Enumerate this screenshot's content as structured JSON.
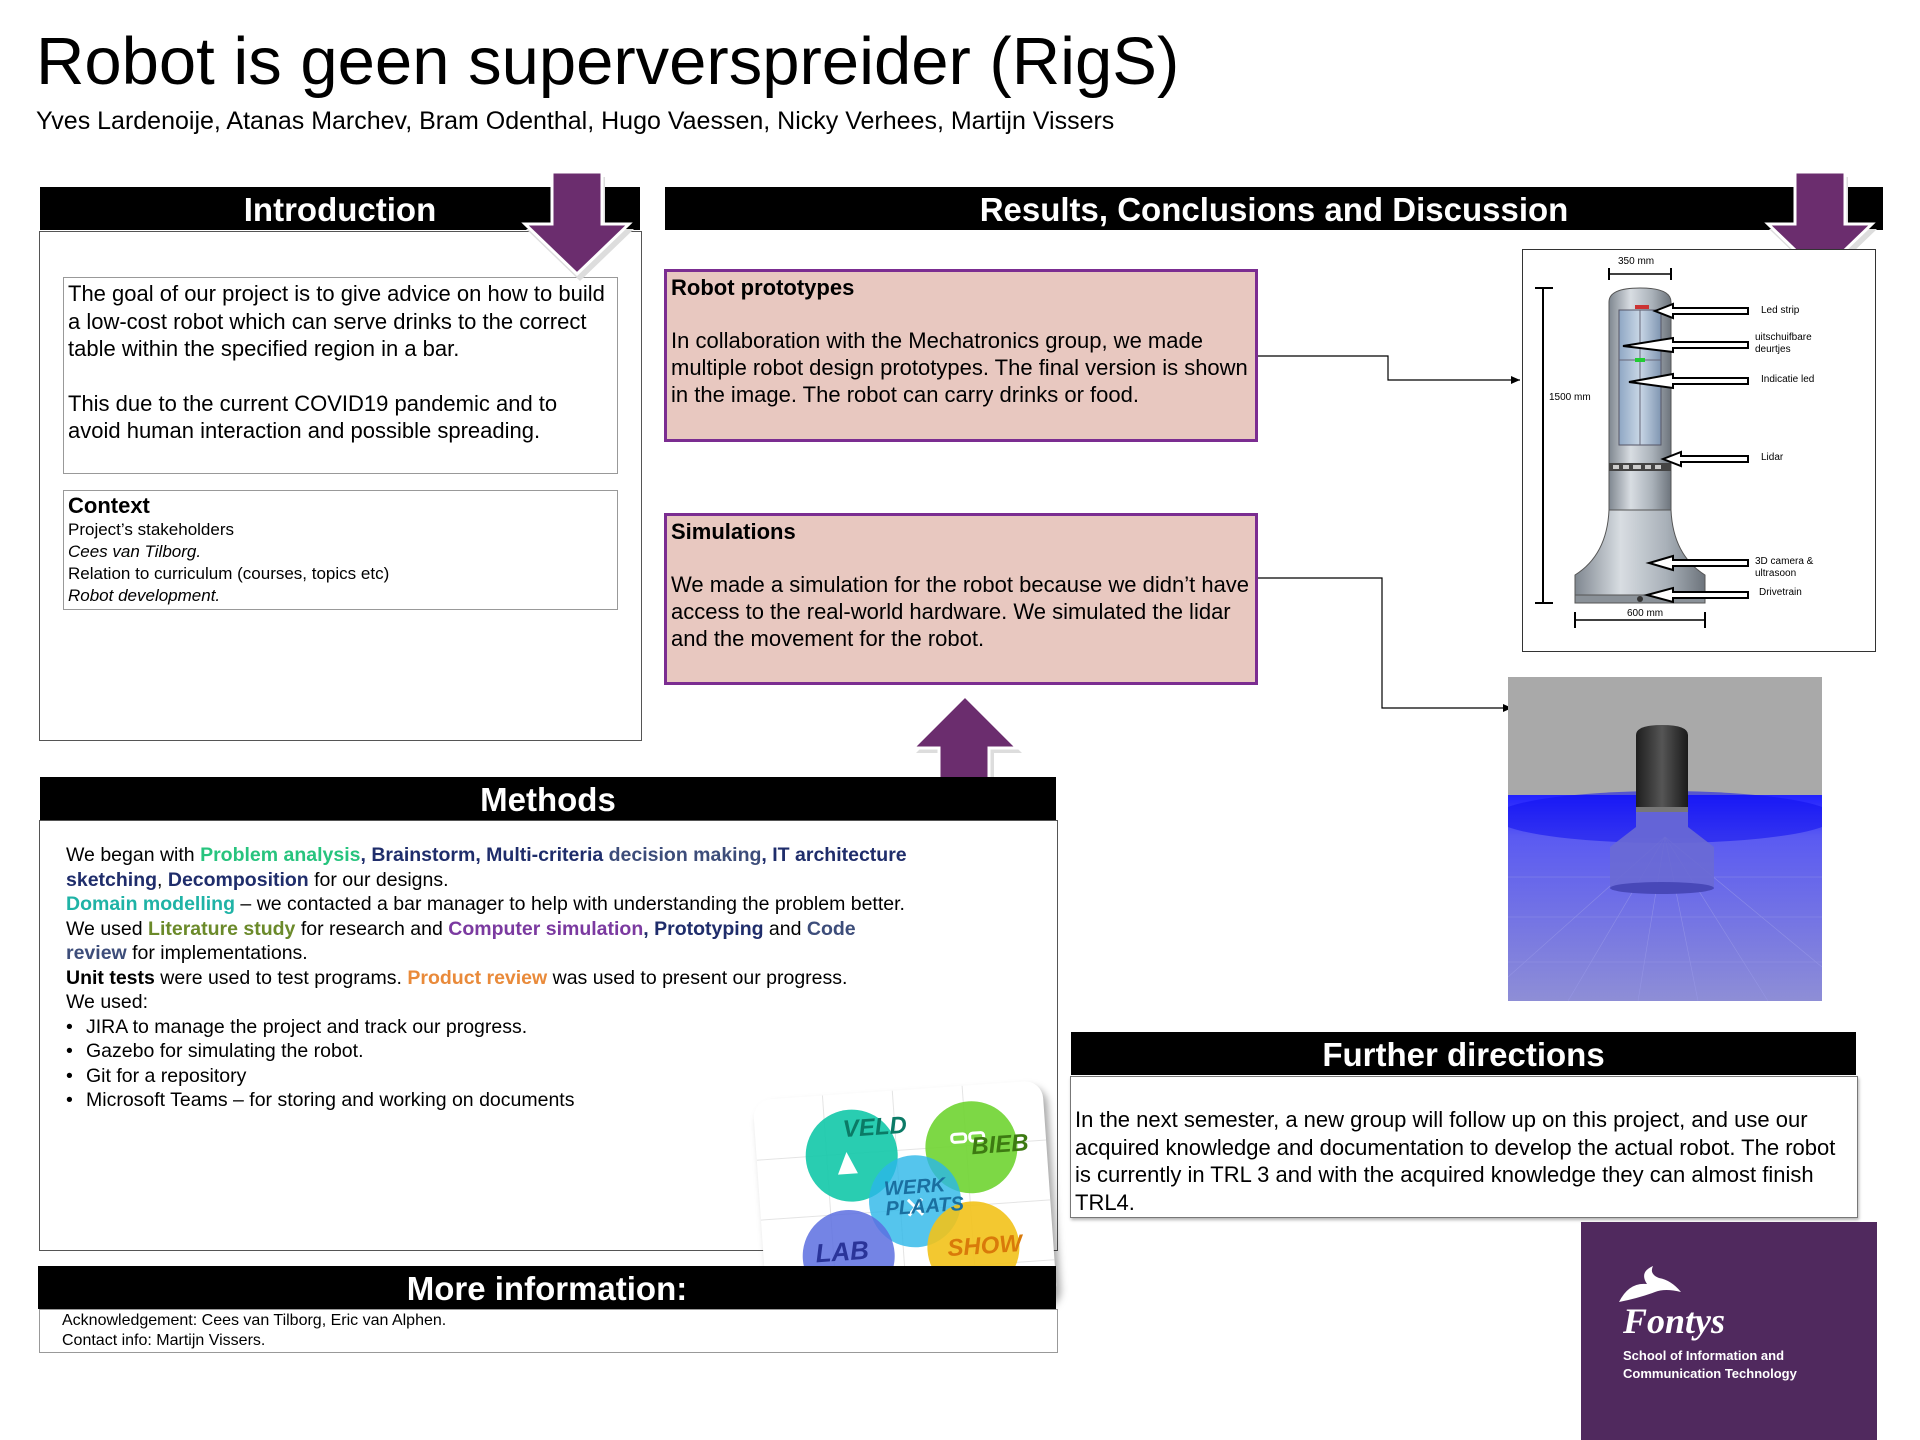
{
  "header": {
    "title": "Robot is geen superverspreider (RigS)",
    "authors": "Yves Lardenoije, Atanas Marchev, Bram Odenthal, Hugo Vaessen, Nicky Verhees, Martijn Vissers"
  },
  "introduction": {
    "heading": "Introduction",
    "goal_p1": "The goal of our project is to give advice on how to build a low-cost robot which can serve drinks to the correct table within the specified region in a bar.",
    "goal_p2": "This due to the current COVID19 pandemic and to avoid human interaction and possible spreading.",
    "context_heading": "Context",
    "context_line1": "Project’s stakeholders",
    "context_line2": "Cees van Tilborg.",
    "context_line3": "Relation to curriculum (courses, topics etc)",
    "context_line4": "Robot development."
  },
  "results": {
    "heading": "Results, Conclusions and Discussion",
    "prototypes_heading": "Robot prototypes",
    "prototypes_text": "In collaboration with the Mechatronics group, we made multiple robot design prototypes. The final version is shown in the image. The robot can carry drinks or food.",
    "simulations_heading": "Simulations",
    "simulations_text": "We made a simulation for the robot because we didn’t have access to the real-world hardware. We simulated the lidar and the movement for the robot."
  },
  "diagram": {
    "width_top": "350 mm",
    "height": "1500 mm",
    "width_bottom": "600 mm",
    "labels": [
      "Led strip",
      "uitschuifbare deurtjes",
      "Indicatie led",
      "Lidar",
      "3D camera & ultrasoon",
      "Drivetrain"
    ]
  },
  "methods": {
    "heading": "Methods",
    "l1_a": "We began with ",
    "l1_b": "Problem analysis",
    "l1_c": ", ",
    "l1_d": "Brainstorm, Multi-criteria ",
    "l1_e": "decision making",
    "l1_f": ", IT architecture",
    "l2_a": "sketching",
    "l2_b": ", ",
    "l2_c": "Decomposition",
    "l2_d": " for our designs.",
    "l3_a": "Domain modelling",
    "l3_b": " – we contacted a bar manager to help with understanding the problem better.",
    "l4_a": "We used ",
    "l4_b": "Literature study",
    "l4_c": " for research and ",
    "l4_d": "Computer simulation",
    "l4_e": ", ",
    "l4_f": "Prototyping",
    "l4_g": " and ",
    "l4_h": "Code",
    "l5_a": "review",
    "l5_b": " for implementations.",
    "l6_a": "Unit tests",
    "l6_b": " were used to test programs. ",
    "l6_c": "Product review",
    "l6_d": " was used to present our progress.",
    "l7": "We used:",
    "bullets": [
      "JIRA to manage the project and track our progress.",
      "Gazebo for simulating the robot.",
      "Git for a repository",
      "Microsoft Teams – for storing and working on documents"
    ],
    "logo_words": [
      "VELD",
      "BIEB",
      "WERK PLAATS",
      "LAB",
      "SHOW"
    ]
  },
  "more_info": {
    "heading": "More information:",
    "ack": "Acknowledgement: Cees van Tilborg, Eric van Alphen.",
    "contact": "Contact info: Martijn Vissers."
  },
  "further": {
    "heading": "Further directions",
    "text": "In the next semester, a new group will follow up on this project, and use our acquired knowledge and documentation to develop the actual robot. The robot is currently in TRL 3 and with the acquired knowledge they can almost finish TRL4."
  },
  "fontys": {
    "name": "Fontys",
    "line1": "School of Information and",
    "line2": "Communication Technology"
  },
  "colors": {
    "arrow": "#6b2d6e",
    "pink_box": "#e8c8c0",
    "pink_border": "#7b2d91",
    "fontys_bg": "#50295e"
  }
}
